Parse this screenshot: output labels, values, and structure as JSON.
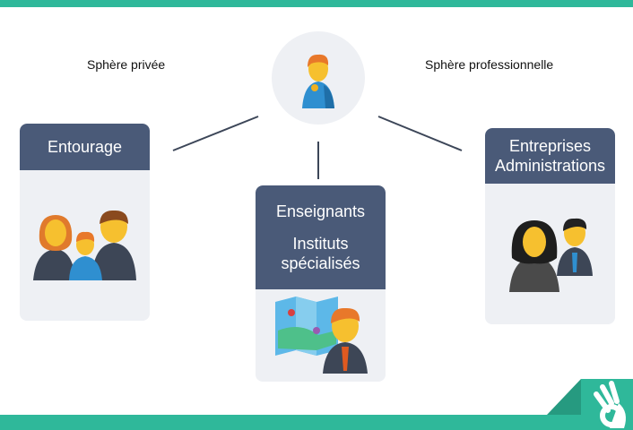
{
  "labels": {
    "private": "Sphère privée",
    "professional": "Sphère professionnelle"
  },
  "cards": [
    {
      "lines": [
        "Entourage"
      ]
    },
    {
      "lines": [
        "Enseignants",
        "",
        "Instituts",
        "spécialisés"
      ]
    },
    {
      "lines": [
        "Entreprises",
        "Administrations"
      ]
    }
  ],
  "colors": {
    "accent": "#2fb89a",
    "header": "#4a5a78",
    "card": "#eef0f4"
  },
  "icons": [
    "person-icon",
    "family-icon",
    "teacher-map-icon",
    "business-people-icon",
    "ok-hand-logo-icon"
  ]
}
